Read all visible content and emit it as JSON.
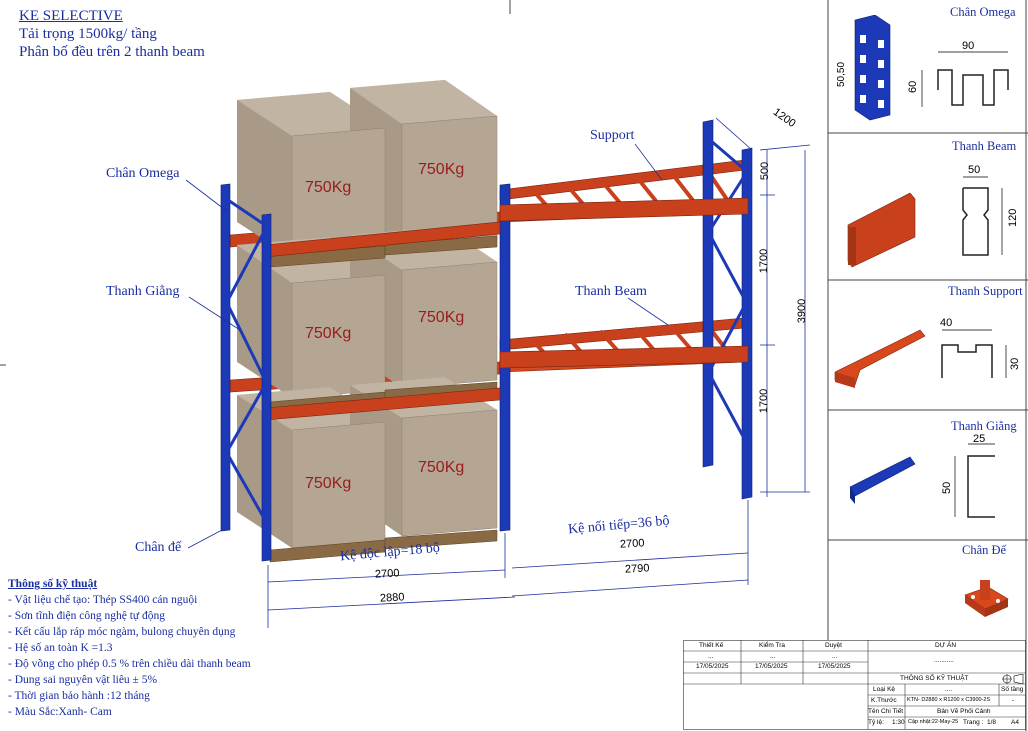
{
  "title": {
    "heading": "KE SELECTIVE",
    "line1": "Tải trọng 1500kg/ tầng",
    "line2": "Phân bố đều trên 2 thanh beam"
  },
  "labels": {
    "chan_omega": "Chân Omega",
    "thanh_giang": "Thanh Giằng",
    "chan_de": "Chân đế",
    "support": "Support",
    "thanh_beam": "Thanh Beam",
    "ke_doc_lap": "Kệ độc lập=18 bộ",
    "ke_noi_tiep": "Kệ nối tiếp=36 bộ"
  },
  "load_label": "750Kg",
  "dimensions": {
    "d1200": "1200",
    "d500": "500",
    "d1700a": "1700",
    "d1700b": "1700",
    "d3900": "3900",
    "d2700a": "2700",
    "d2880": "2880",
    "d2700b": "2700",
    "d2790": "2790"
  },
  "specs": {
    "heading": "Thông số kỹ thuật",
    "items": [
      "- Vật liệu chế tạo: Thép SS400 cán nguội",
      "- Sơn tĩnh điện công nghệ tự động",
      "- Kết cấu lắp ráp móc ngàm, bulong chuyên dụng",
      "- Hệ số an toàn K =1.3",
      "- Độ võng cho phép 0.5 % trên chiều dài thanh beam",
      "- Dung sai nguyên vật liêu ± 5%",
      "- Thời gian bảo hành :12 tháng",
      "- Màu Sắc:Xanh- Cam"
    ]
  },
  "panels": {
    "omega": {
      "title": "Chân Omega",
      "w": "90",
      "h": "60",
      "side": "50,50"
    },
    "beam": {
      "title": "Thanh Beam",
      "w": "50",
      "h": "120"
    },
    "support": {
      "title": "Thanh Support",
      "w": "40",
      "h": "30"
    },
    "giang": {
      "title": "Thanh Giằng",
      "w": "25",
      "h": "50"
    },
    "chande": {
      "title": "Chân Đế"
    }
  },
  "title_block": {
    "thiet_ke": "Thiết Kế",
    "kiem_tra": "Kiểm Tra",
    "duyet": "Duyệt",
    "du_an": "DỰ ÁN",
    "dots1": "...",
    "dots2": "...",
    "dots3": "...",
    "dots4": "...........",
    "date1": "17/05/2025",
    "date2": "17/05/2025",
    "date3": "17/05/2025",
    "thong_so": "THÔNG SỐ KỸ THUẬT",
    "loai_ke": "Loại Kệ",
    "loai_ke_val": "....",
    "so_tang": "Số tầng",
    "k_thuoc": "K.Thước",
    "k_thuoc_val": "KTN- D2880 x R1200 x C3900-2S",
    "so_tang_val": "-",
    "ten_chi_tiet": "Tên Chi Tiết",
    "ban_ve": "Bản Vẽ Phối Cảnh",
    "ty_le": "Tỷ lệ:",
    "ty_le_val": "1:30",
    "cap_nhat": "Cập nhật:22-May-25",
    "trang": "Trang :",
    "trang_val": "1/8",
    "kho": "A4"
  },
  "colors": {
    "upright": "#1c39b8",
    "beam": "#c8401c",
    "box": "#a99a88",
    "box_top": "#c2b4a2",
    "pallet": "#8a6a44",
    "text": "#1a2ea0"
  }
}
